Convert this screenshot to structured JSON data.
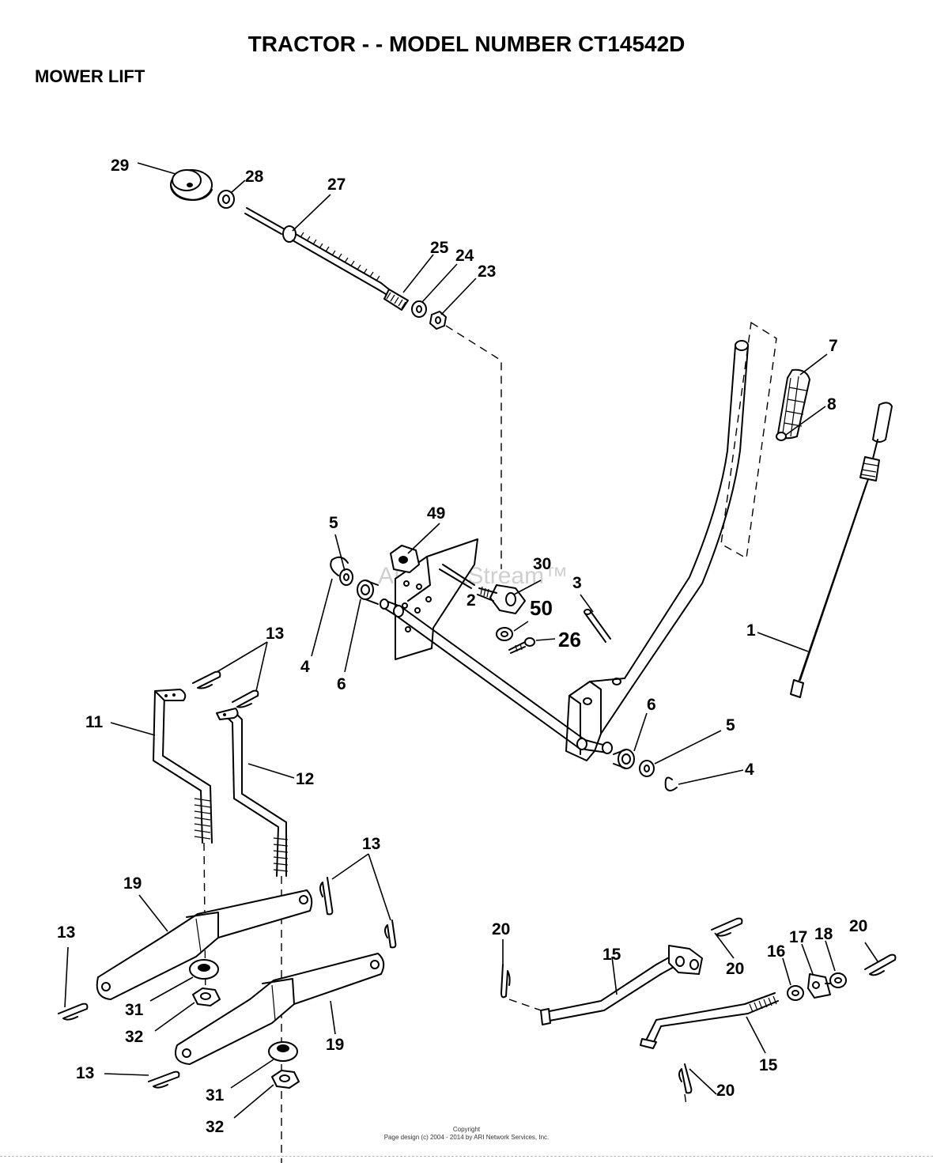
{
  "header": {
    "title": "TRACTOR - - MODEL NUMBER CT14542D",
    "subtitle": "MOWER LIFT"
  },
  "watermark": "ARI PartStream™",
  "footer": {
    "line1": "Copyright",
    "line2": "Page design (c) 2004 - 2014 by ARI Network Services, Inc."
  },
  "callouts": {
    "c29": "29",
    "c28": "28",
    "c27": "27",
    "c25": "25",
    "c24": "24",
    "c23": "23",
    "c7": "7",
    "c8": "8",
    "c49": "49",
    "c30": "30",
    "c50": "50",
    "c26": "26",
    "c3": "3",
    "c2": "2",
    "c5a": "5",
    "c4a": "4",
    "c6a": "6",
    "c1": "1",
    "c13a": "13",
    "c11": "11",
    "c12": "12",
    "c6b": "6",
    "c5b": "5",
    "c4b": "4",
    "c13b": "13",
    "c19a": "19",
    "c13c": "13",
    "c31a": "31",
    "c32a": "32",
    "c19b": "19",
    "c13d": "13",
    "c31b": "31",
    "c32b": "32",
    "c20a": "20",
    "c15a": "15",
    "c20b": "20",
    "c16": "16",
    "c17": "17",
    "c18": "18",
    "c20c": "20",
    "c20d": "20",
    "c15b": "15"
  }
}
